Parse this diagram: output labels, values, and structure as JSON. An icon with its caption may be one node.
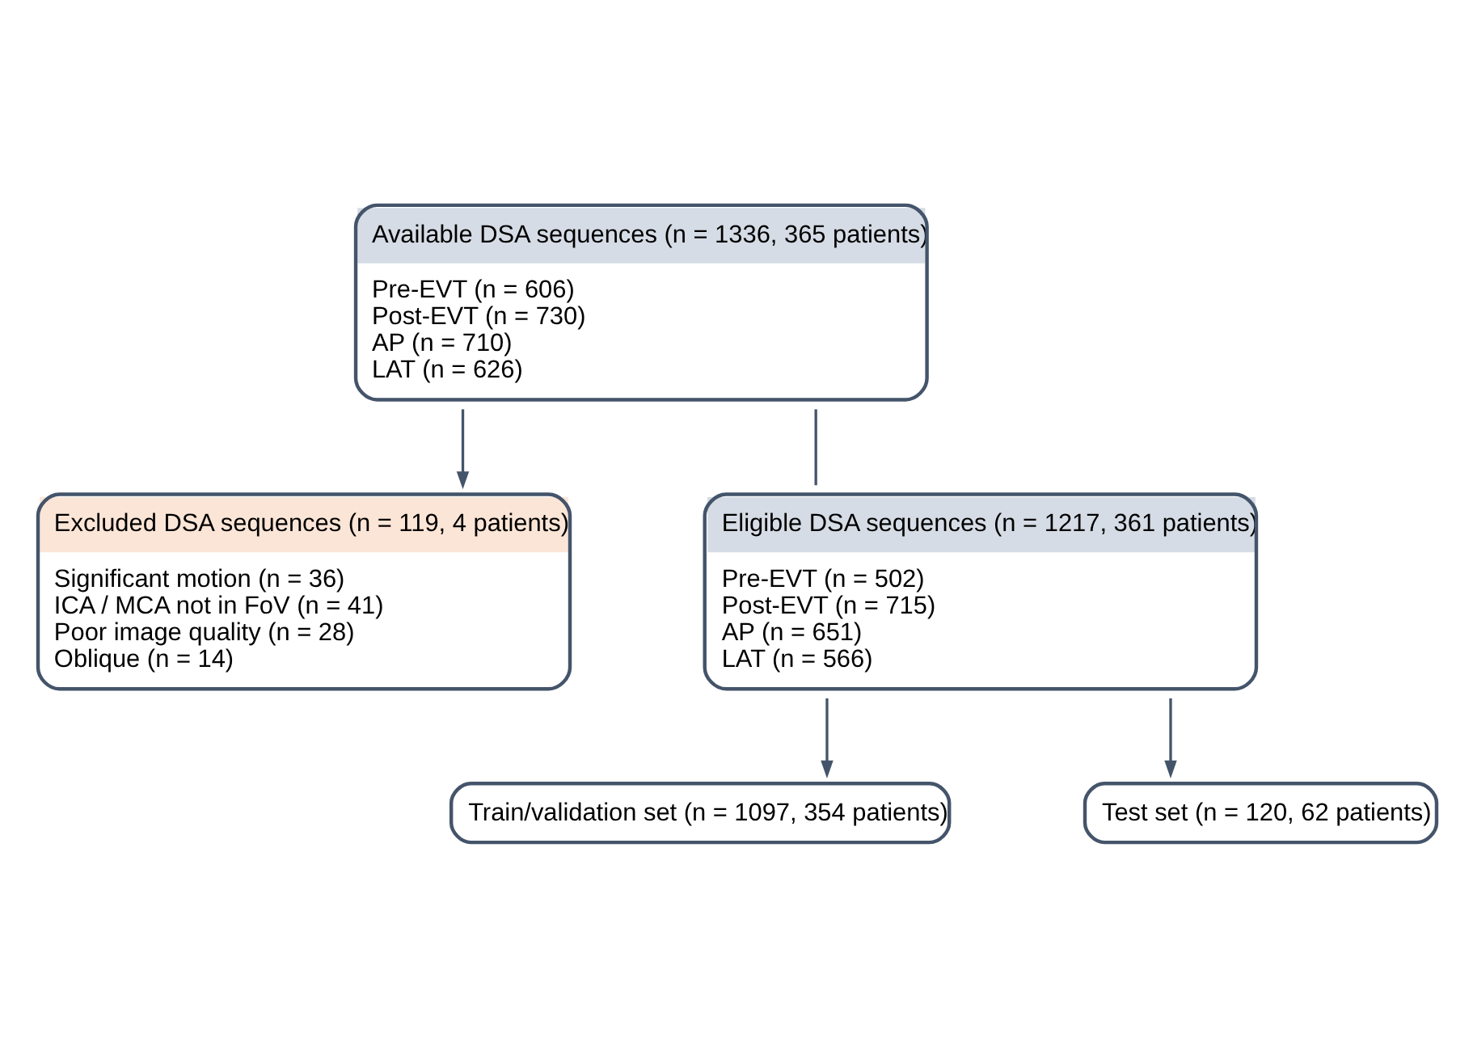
{
  "diagram": {
    "nodes": [
      {
        "text": [
          "Available DSA sequences (n = 1336, 365 patients)",
          "Pre-EVT (n = 606)",
          "Post-EVT (n = 730)",
          "AP (n = 710)",
          "LAT (n = 626)"
        ]
      },
      {
        "text": [
          "Excluded DSA sequences (n = 119, 4 patients)",
          "Significant motion (n = 36)",
          "ICA / MCA not in FoV (n = 41)",
          "Poor image quality (n = 28)",
          "Oblique (n = 14)"
        ]
      },
      {
        "text": [
          "Eligible DSA sequences (n = 1217, 361 patients)",
          "Pre-EVT (n = 502)",
          "Post-EVT (n = 715)",
          "AP (n = 651)",
          "LAT (n = 566)"
        ]
      },
      {
        "text": [
          "Train/validation set (n = 1097, 354 patients)"
        ]
      },
      {
        "text": [
          "Test set (n = 120, 62 patients)"
        ]
      }
    ],
    "edges": [
      {
        "from": 0,
        "to": 2,
        "arrow": "none"
      },
      {
        "from": 0,
        "to": 1,
        "arrow": "to"
      },
      {
        "from": 2,
        "to": 3,
        "arrow": "to"
      },
      {
        "from": 2,
        "to": 4,
        "arrow": "to"
      }
    ]
  }
}
